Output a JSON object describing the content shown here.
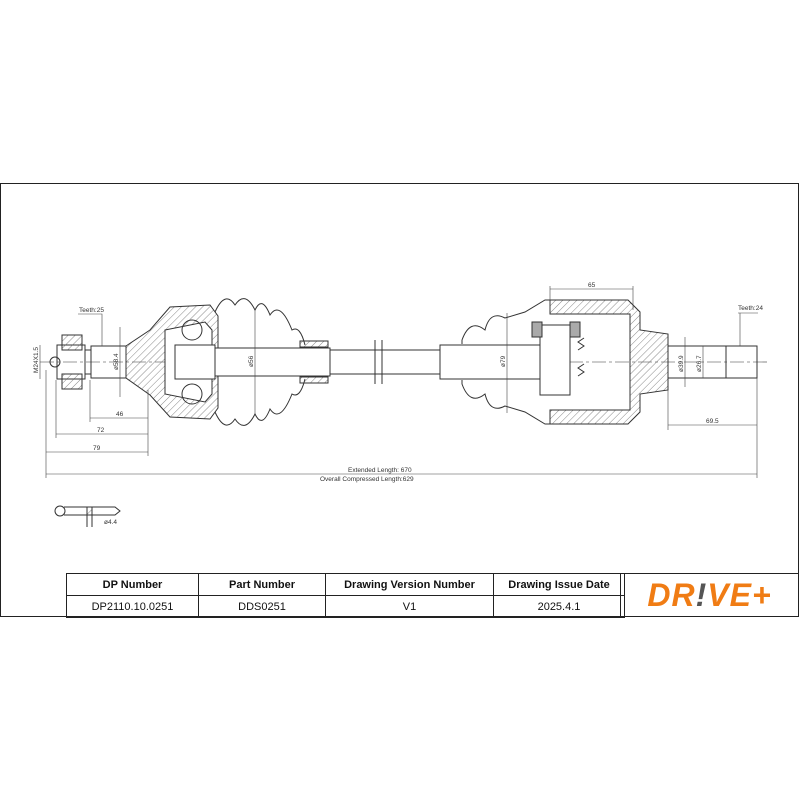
{
  "drawing": {
    "left_teeth": "Teeth:25",
    "right_teeth": "Teeth:24",
    "thread": "M24X1.5",
    "dia_outer_stub": "ø58.4",
    "dia_shaft": "ø56",
    "dia_inner_boot": "ø79",
    "dia_inner_stub": "ø39.9",
    "dia_spline": "ø26.7",
    "dim_46": "46",
    "dim_72": "72",
    "dim_79": "79",
    "dim_65": "65",
    "dim_69_5": "69.5",
    "extended_length": "Extended  Length: 670",
    "compressed_length": "Overall  Compressed  Length:629",
    "cotter_pin_dia": "ø4.4",
    "watermark": "DR!VE+"
  },
  "title_block": {
    "headers": [
      "DP Number",
      "Part Number",
      "Drawing Version Number",
      "Drawing Issue Date"
    ],
    "values": [
      "DP2110.10.0251",
      "DDS0251",
      "V1",
      "2025.4.1"
    ]
  },
  "logo": {
    "text_a": "DR",
    "text_b": "!",
    "text_c": "VE+",
    "color": "#f07c14"
  }
}
